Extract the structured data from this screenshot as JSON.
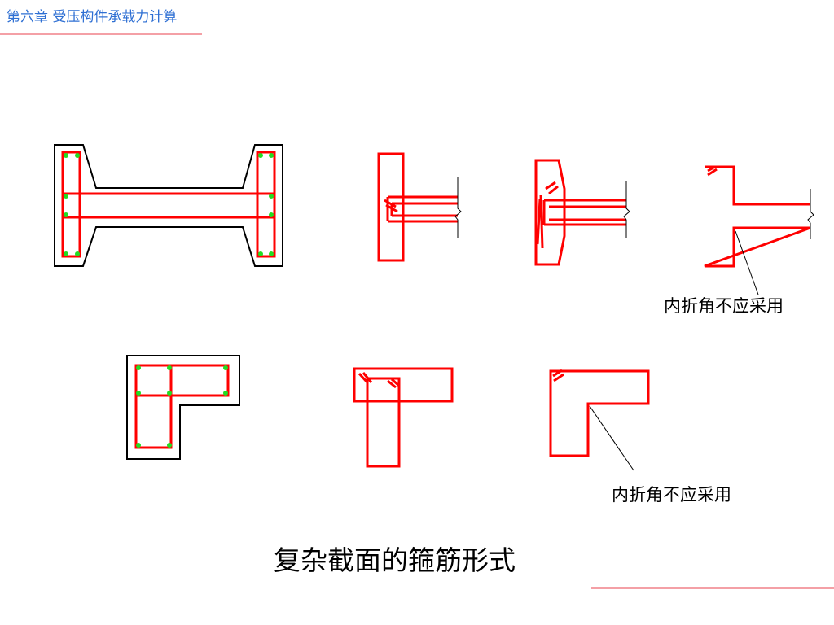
{
  "header": {
    "title": "第六章  受压构件承载力计算"
  },
  "annotations": {
    "inner_fold_note_1": "内折角不应采用",
    "inner_fold_note_2": "内折角不应采用"
  },
  "caption": "复杂截面的箍筋形式",
  "colors": {
    "header_text": "#2e6fd3",
    "accent_rule": "#f4a0a6",
    "stirrup": "#ff0000",
    "rebar": "#22dd22",
    "outline": "#000000"
  }
}
